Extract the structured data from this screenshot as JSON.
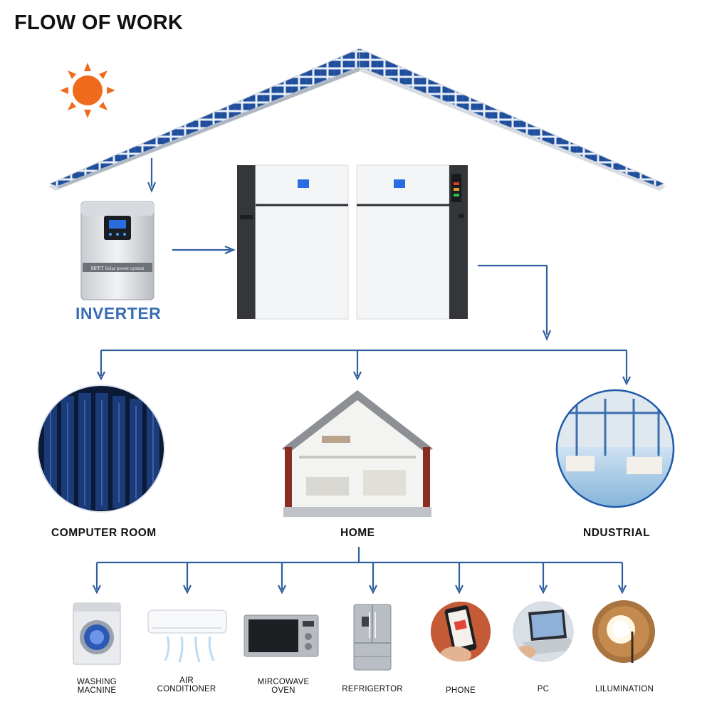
{
  "title": "FLOW OF WORK",
  "inverter_label": "INVERTER",
  "inverter_device_text": "MPPT  Solar power system",
  "colors": {
    "arrow": "#2f5f9e",
    "panel": "#1f4e9c",
    "sun": "#ef6a1c",
    "label_accent": "#3a6db5"
  },
  "destinations": [
    {
      "label": "COMPUTER ROOM",
      "icon": "server-room-icon"
    },
    {
      "label": "HOME",
      "icon": "house-icon"
    },
    {
      "label": "NDUSTRIAL",
      "icon": "factory-icon"
    }
  ],
  "appliances": [
    {
      "label": "WASHING\nMACNINE",
      "icon": "washing-machine-icon"
    },
    {
      "label": "AIR\nCONDITIONER",
      "icon": "air-conditioner-icon"
    },
    {
      "label": "MIRCOWAVE\nOVEN",
      "icon": "microwave-icon"
    },
    {
      "label": "REFRIGERTOR",
      "icon": "refrigerator-icon"
    },
    {
      "label": "PHONE",
      "icon": "phone-icon"
    },
    {
      "label": "PC",
      "icon": "laptop-icon"
    },
    {
      "label": "LILUMINATION",
      "icon": "lamp-icon"
    }
  ]
}
